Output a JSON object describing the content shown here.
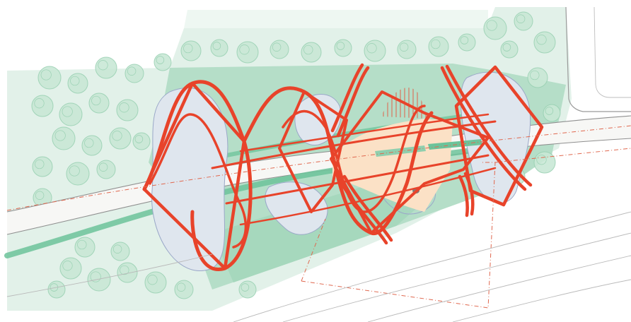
{
  "diagram": {
    "kind": "landscape-site-plan",
    "palette": {
      "paper": "#ffffff",
      "parcel": "#e2f1e9",
      "lawn": "#b5dec8",
      "lawn_dark": "#8fcfae",
      "tree_fill": "#c9e8d6",
      "tree_stroke": "#9ad1b3",
      "path": "#f7f7f5",
      "path_edge": "#8f8f8f",
      "stripe": "#6cc39a",
      "pond": "#dfe6ee",
      "pond_edge": "#9aa8c8",
      "plaza": "#fbe1c6",
      "accent": "#e8432a",
      "survey": "#e0684f",
      "road_line": "#b9b9b9"
    },
    "layers": [
      "parcel",
      "lawn",
      "tree-canopy",
      "footpath",
      "ponds",
      "plaza",
      "red-ribbon-structure",
      "survey-lines",
      "road-lines"
    ],
    "icons": {
      "tree": "tree-canopy-icon",
      "rock": "rock-icon"
    }
  }
}
